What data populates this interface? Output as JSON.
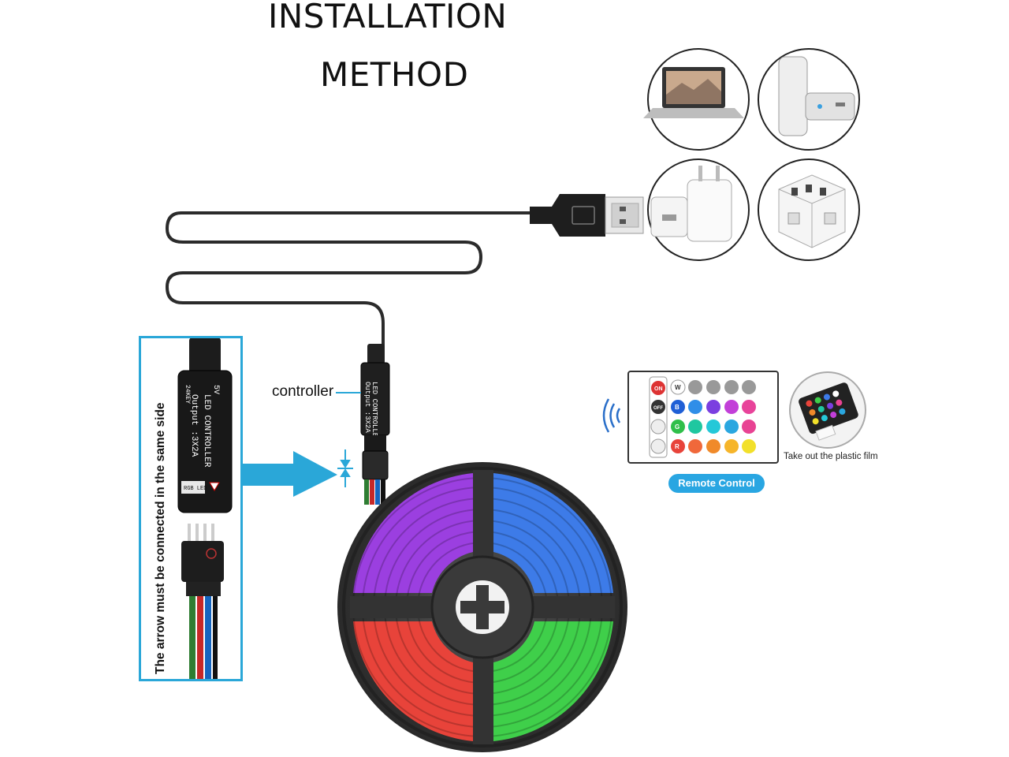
{
  "title": {
    "line1": "INSTALLATION",
    "line2": "METHOD"
  },
  "labels": {
    "controller": "controller",
    "side_note": "The arrow must be connected in the same side",
    "remote_control": "Remote Control",
    "plastic_film": "Take out the plastic film"
  },
  "controller_print": {
    "line1": "LED CONTROLLER",
    "line2": "Output :3X2A",
    "voltage": "5V",
    "keys": "24KEY",
    "tag": "RGB LED"
  },
  "remote_keys": {
    "on": "ON",
    "off": "OFF",
    "white": "W",
    "red": "R",
    "green": "G",
    "blue": "B"
  },
  "colors": {
    "accent": "#29a6e2",
    "cable": "#2b2b2b",
    "reel": "#3a3a3a"
  },
  "icons": [
    "laptop-icon",
    "power-bank-icon",
    "usb-charger-icon",
    "power-strip-icon",
    "signal-icon"
  ]
}
